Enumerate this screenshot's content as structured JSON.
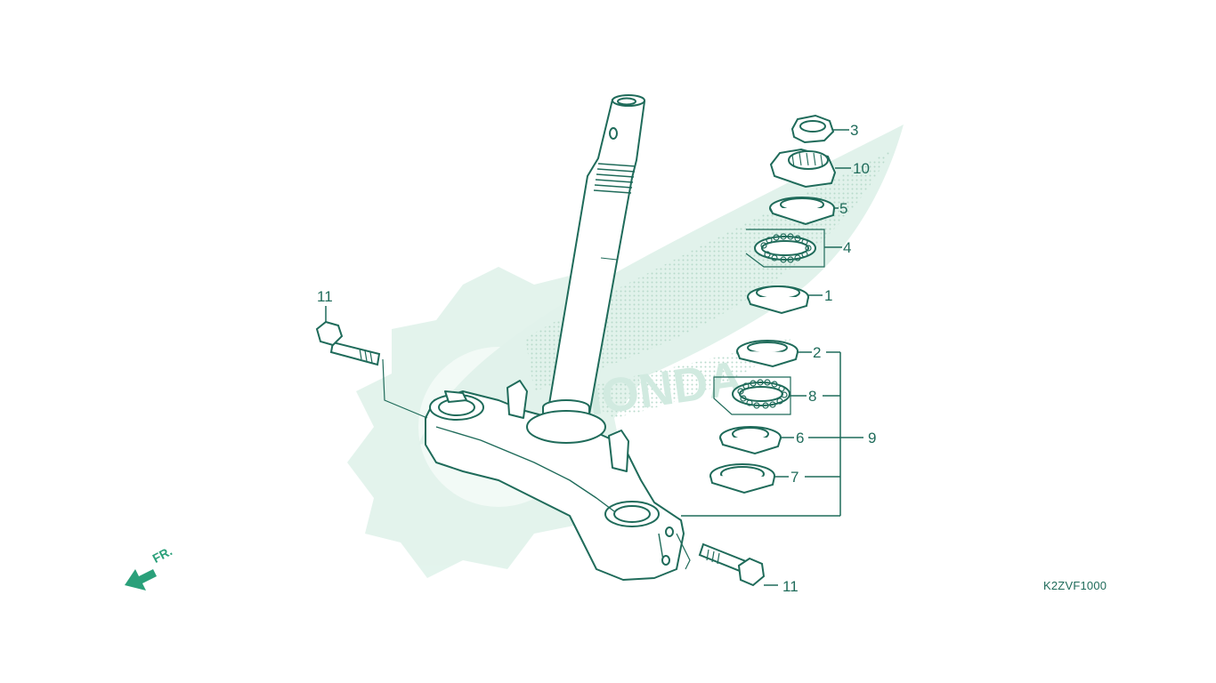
{
  "diagram": {
    "code": "K2ZVF1000",
    "front_indicator": "FR.",
    "callouts": [
      "3",
      "10",
      "5",
      "4",
      "1",
      "2",
      "8",
      "9",
      "6",
      "7",
      "11",
      "11"
    ]
  },
  "colors": {
    "line": "#1f6b5a",
    "watermark": "#d8efe6",
    "watermark_dots": "#b5d9c9",
    "arrow": "#2aa07a"
  }
}
